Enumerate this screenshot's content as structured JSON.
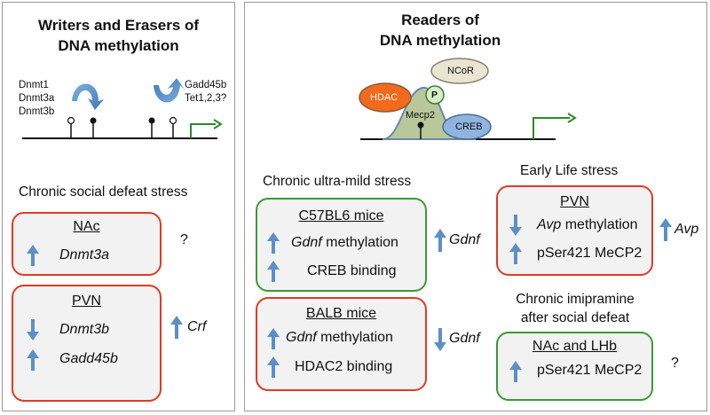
{
  "left_panel": {
    "title_line1": "Writers and Erasers of",
    "title_line2": "DNA methylation",
    "writers": [
      "Dnmt1",
      "Dnmt3a",
      "Dnmt3b"
    ],
    "erasers": [
      "Gadd45b",
      "Tet1,2,3?"
    ],
    "section_title": "Chronic social defeat stress",
    "box_nac": {
      "head": "NAc",
      "rows": [
        {
          "direction": "up",
          "text": "Dnmt3a",
          "italic": true
        }
      ],
      "side_mark": "?"
    },
    "box_pvn": {
      "head": "PVN",
      "rows": [
        {
          "direction": "down",
          "text": "Dnmt3b",
          "italic": true
        },
        {
          "direction": "up",
          "text": "Gadd45b",
          "italic": true
        }
      ],
      "side": {
        "direction": "up",
        "text": "Crf"
      }
    }
  },
  "right_panel": {
    "title_line1": "Readers of",
    "title_line2": "DNA methylation",
    "complex": {
      "hdac": "HDAC",
      "ncor": "NCoR",
      "p": "P",
      "mecp2": "Mecp2",
      "creb": "CREB"
    },
    "cums": {
      "section_title": "Chronic ultra-mild stress",
      "c57": {
        "head": "C57BL6 mice",
        "row1_gene": "Gdnf",
        "row1_rest": " methylation",
        "row2": "CREB binding",
        "side": {
          "direction": "up",
          "text": "Gdnf"
        }
      },
      "balb": {
        "head": "BALB mice",
        "row1_gene": "Gdnf",
        "row1_rest": " methylation",
        "row2": "HDAC2 binding",
        "side": {
          "direction": "down",
          "text": "Gdnf"
        }
      }
    },
    "els": {
      "section_title": "Early Life stress",
      "head": "PVN",
      "row1_gene": "Avp",
      "row1_rest": " methylation",
      "row2": "pSer421 MeCP2",
      "side": {
        "direction": "up",
        "text": "Avp"
      }
    },
    "imi": {
      "section_title_line1": "Chronic imipramine",
      "section_title_line2": "after social defeat",
      "head": "NAc and LHb",
      "row": "pSer421 MeCP2",
      "side_mark": "?"
    }
  },
  "colors": {
    "arrow": "#5b8fc7",
    "red_border": "#e03b24",
    "green_border": "#3a9a36",
    "gray_fill": "#f2f2f2",
    "hdac": "#f26a1b",
    "ncor": "#eae4d2",
    "creb": "#8fb4dd",
    "mecp2": "#b8c89a",
    "p": "#d6f0c6",
    "tss_arrow": "#2b8a2b"
  }
}
